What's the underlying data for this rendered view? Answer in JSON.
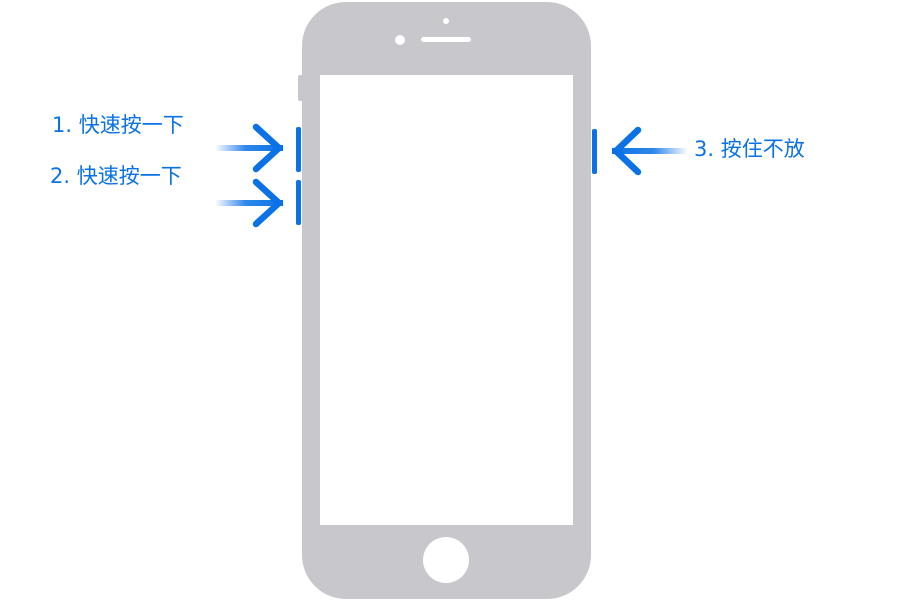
{
  "steps": [
    {
      "number": "1.",
      "text": "快速按一下"
    },
    {
      "number": "2.",
      "text": "快速按一下"
    },
    {
      "number": "3.",
      "text": "按住不放"
    }
  ],
  "colors": {
    "accent": "#0a72e6",
    "phone_body": "#c7c7cc",
    "screen": "#ffffff",
    "background": "#ffffff"
  },
  "icons": {
    "phone": "iphone-with-home-button",
    "arrow_right": "arrow-right-icon",
    "arrow_left": "arrow-left-icon"
  }
}
